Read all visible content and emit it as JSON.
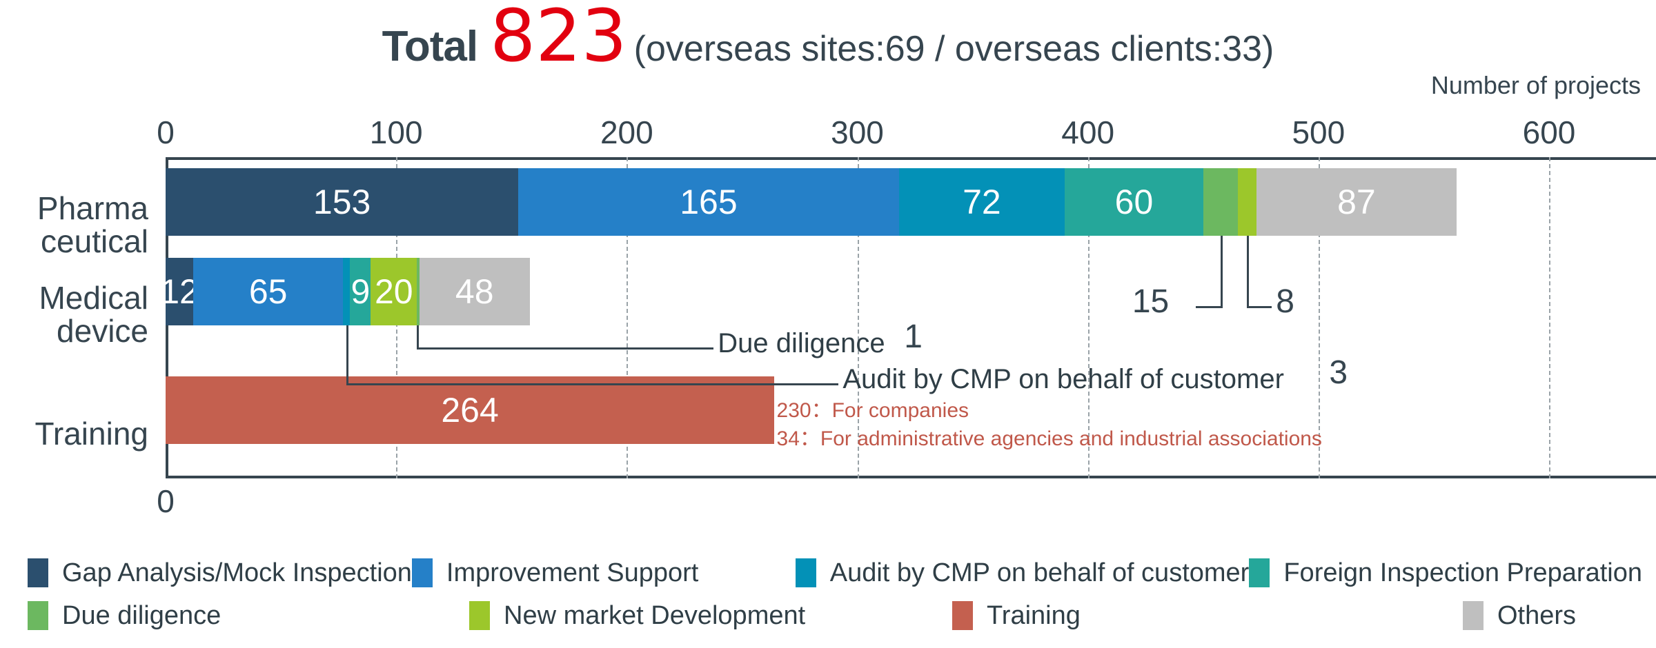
{
  "title": {
    "total_label": "Total",
    "total_value": "823",
    "paren": "(overseas sites:69 / overseas clients:33)",
    "total_color": "#e2000f"
  },
  "axis_caption": "Number of projects",
  "axis": {
    "ticks": [
      "0",
      "100",
      "200",
      "300",
      "400",
      "500",
      "600"
    ],
    "tick_values": [
      0,
      100,
      200,
      300,
      400,
      500,
      600
    ],
    "zero_bottom": "0"
  },
  "legend": {
    "row1": [
      {
        "label": "Gap Analysis/Mock Inspection",
        "color": "#2b4f6e"
      },
      {
        "label": "Improvement Support",
        "color": "#2580c8"
      },
      {
        "label": "Audit by CMP on behalf of customer",
        "color": "#0391b7"
      },
      {
        "label": "Foreign Inspection Preparation",
        "color": "#25a79a"
      }
    ],
    "row2": [
      {
        "label": "Due diligence",
        "color": "#6cb860"
      },
      {
        "label": "New market Development",
        "color": "#9cc72b"
      },
      {
        "label": "Training",
        "color": "#c4604f"
      },
      {
        "label": "Others",
        "color": "#bfbfbf"
      }
    ]
  },
  "callouts": [
    {
      "name": "pharma-due-diligence",
      "value": "15"
    },
    {
      "name": "pharma-new-market",
      "value": "8"
    },
    {
      "name": "medical-due-diligence",
      "text": "Due diligence",
      "value": "1"
    },
    {
      "name": "medical-audit-cmp",
      "text": "Audit by CMP on behalf of customer",
      "value": "3"
    }
  ],
  "training_notes": {
    "line1": "230：For companies",
    "line2": " 34：For administrative agencies and industrial associations",
    "color": "#c0584a"
  },
  "chart_data": {
    "type": "bar",
    "orientation": "horizontal",
    "stacked": true,
    "title": "Total 823 (overseas sites:69 / overseas clients:33)",
    "xlabel": "Number of projects",
    "ylabel": "",
    "xlim": [
      0,
      600
    ],
    "grid": true,
    "legend_position": "bottom",
    "categories": [
      "Pharma\nceutical",
      "Medical\ndevice",
      "Training"
    ],
    "series": [
      {
        "name": "Gap Analysis/Mock Inspection",
        "color": "#2b4f6e",
        "values": [
          153,
          12,
          0
        ]
      },
      {
        "name": "Improvement Support",
        "color": "#2580c8",
        "values": [
          165,
          65,
          0
        ]
      },
      {
        "name": "Audit by CMP on behalf of customer",
        "color": "#0391b7",
        "values": [
          72,
          3,
          0
        ]
      },
      {
        "name": "Foreign Inspection Preparation",
        "color": "#25a79a",
        "values": [
          60,
          9,
          0
        ]
      },
      {
        "name": "Due diligence",
        "color": "#6cb860",
        "values": [
          15,
          1,
          0
        ]
      },
      {
        "name": "New market Development",
        "color": "#9cc72b",
        "values": [
          8,
          20,
          0
        ]
      },
      {
        "name": "Training",
        "color": "#c4604f",
        "values": [
          0,
          0,
          264
        ]
      },
      {
        "name": "Others",
        "color": "#bfbfbf",
        "values": [
          87,
          48,
          0
        ]
      }
    ],
    "totals": [
      560,
      158,
      264
    ],
    "annotations": [
      "15 (Pharmaceutical / Due diligence)",
      "8 (Pharmaceutical / New market Development)",
      "Due diligence 1 (Medical device)",
      "Audit by CMP on behalf of customer 3 (Medical device)",
      "230：For companies",
      "34：For administrative agencies and industrial associations"
    ]
  },
  "bars": {
    "pharmaceutical": {
      "label": "Pharma\nceutical",
      "segments": [
        {
          "key": "gap-analysis",
          "value": 153,
          "label": "153",
          "color": "#2b4f6e",
          "show_label": true
        },
        {
          "key": "improvement",
          "value": 165,
          "label": "165",
          "color": "#2580c8",
          "show_label": true
        },
        {
          "key": "audit-cmp",
          "value": 72,
          "label": "72",
          "color": "#0391b7",
          "show_label": true
        },
        {
          "key": "foreign-insp",
          "value": 60,
          "label": "60",
          "color": "#25a79a",
          "show_label": true
        },
        {
          "key": "due-diligence",
          "value": 15,
          "label": "15",
          "color": "#6cb860",
          "show_label": false
        },
        {
          "key": "new-market",
          "value": 8,
          "label": "8",
          "color": "#9cc72b",
          "show_label": false
        },
        {
          "key": "others",
          "value": 87,
          "label": "87",
          "color": "#bfbfbf",
          "show_label": true
        }
      ]
    },
    "medical_device": {
      "label": "Medical\ndevice",
      "segments": [
        {
          "key": "gap-analysis",
          "value": 12,
          "label": "12",
          "color": "#2b4f6e",
          "show_label": true
        },
        {
          "key": "improvement",
          "value": 65,
          "label": "65",
          "color": "#2580c8",
          "show_label": true
        },
        {
          "key": "audit-cmp",
          "value": 3,
          "label": "3",
          "color": "#0391b7",
          "show_label": false
        },
        {
          "key": "foreign-insp",
          "value": 9,
          "label": "9",
          "color": "#25a79a",
          "show_label": true
        },
        {
          "key": "new-market",
          "value": 20,
          "label": "20",
          "color": "#9cc72b",
          "show_label": true
        },
        {
          "key": "due-diligence",
          "value": 1,
          "label": "1",
          "color": "#6cb860",
          "show_label": false
        },
        {
          "key": "others",
          "value": 48,
          "label": "48",
          "color": "#bfbfbf",
          "show_label": true
        }
      ]
    },
    "training": {
      "label": "Training",
      "segments": [
        {
          "key": "training",
          "value": 264,
          "label": "264",
          "color": "#c4604f",
          "show_label": true
        }
      ]
    }
  }
}
